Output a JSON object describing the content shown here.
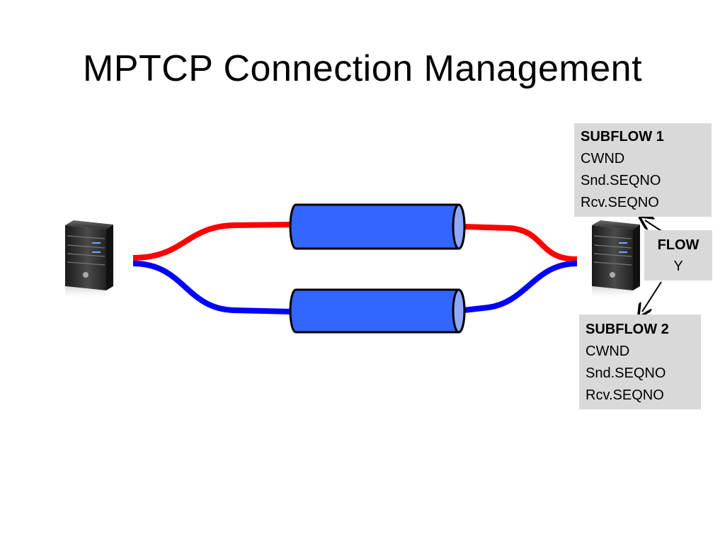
{
  "slide": {
    "title": "MPTCP Connection Management"
  },
  "subflow1": {
    "title": "SUBFLOW 1",
    "lines": [
      "CWND",
      "Snd.SEQNO",
      "Rcv.SEQNO"
    ]
  },
  "subflow2": {
    "title": "SUBFLOW 2",
    "lines": [
      "CWND",
      "Snd.SEQNO",
      "Rcv.SEQNO"
    ]
  },
  "flow": {
    "label": "FLOW",
    "id": "Y"
  },
  "colors": {
    "subflow_red": "#ff0000",
    "subflow_blue": "#0000ff",
    "pipe_fill": "#3366ff",
    "pipe_cap": "#8ea8ff",
    "state_box_bg": "#d9d9d9"
  }
}
